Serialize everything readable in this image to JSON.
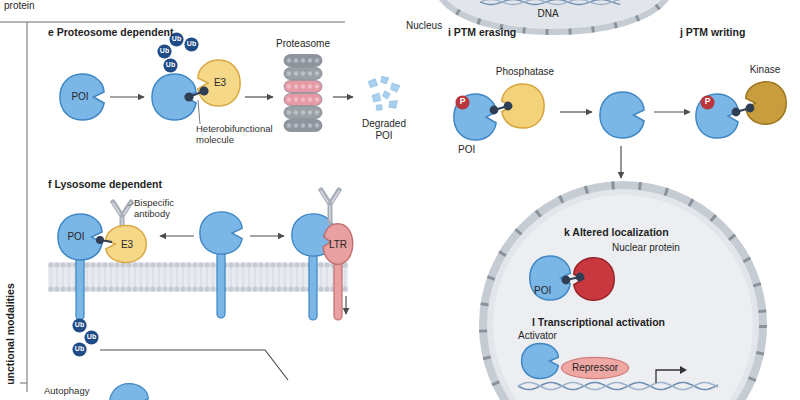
{
  "diagram": {
    "nodes": [
      {
        "text": [
          "Nucleus",
          "DNA"
        ]
      },
      {
        "text": [
          "POI"
        ]
      },
      {
        "text": [
          "Ub"
        ]
      },
      {
        "text": [
          "Ub"
        ]
      },
      {
        "text": [
          "Ub"
        ]
      },
      {
        "text": [
          "Ub"
        ]
      },
      {
        "text": [
          "E3"
        ]
      },
      {
        "text": [
          "Proteasome"
        ]
      },
      {
        "text": [
          "Degraded POI"
        ]
      },
      {
        "text": [
          "POI"
        ]
      },
      {
        "text": [
          "E3"
        ]
      },
      {
        "text": [
          "LTR"
        ]
      },
      {
        "text": [
          "Ub"
        ]
      },
      {
        "text": [
          "Ub"
        ]
      },
      {
        "text": [
          "Ub"
        ]
      },
      {
        "text": [
          "POI"
        ]
      },
      {
        "text": [
          "P"
        ]
      },
      {
        "text": [
          "Phosphatase"
        ]
      },
      {
        "text": [
          "P"
        ]
      },
      {
        "text": [
          "Kinase"
        ]
      },
      {
        "text": [
          "k Altered localization",
          "l Transcriptional activation"
        ]
      },
      {
        "text": [
          "Nuclear protein"
        ],
        "in": 20
      },
      {
        "text": [
          "POI"
        ],
        "in": 20
      },
      {
        "text": [
          "Activator"
        ],
        "in": 20
      },
      {
        "text": [
          "Repressor"
        ],
        "in": 20
      }
    ],
    "edges": [
      {
        "from": 6,
        "to": 7,
        "arrow": "to"
      },
      {
        "from": 7,
        "to": 8,
        "arrow": "to"
      }
    ],
    "labels": [
      "protein",
      "e Proteosome dependent",
      "Heterobifunctional molecule",
      "f Lysosome dependent",
      "Bispecific antibody",
      "Autophagy",
      "i PTM erasing",
      "j PTM writing",
      "unctional modalities"
    ]
  }
}
